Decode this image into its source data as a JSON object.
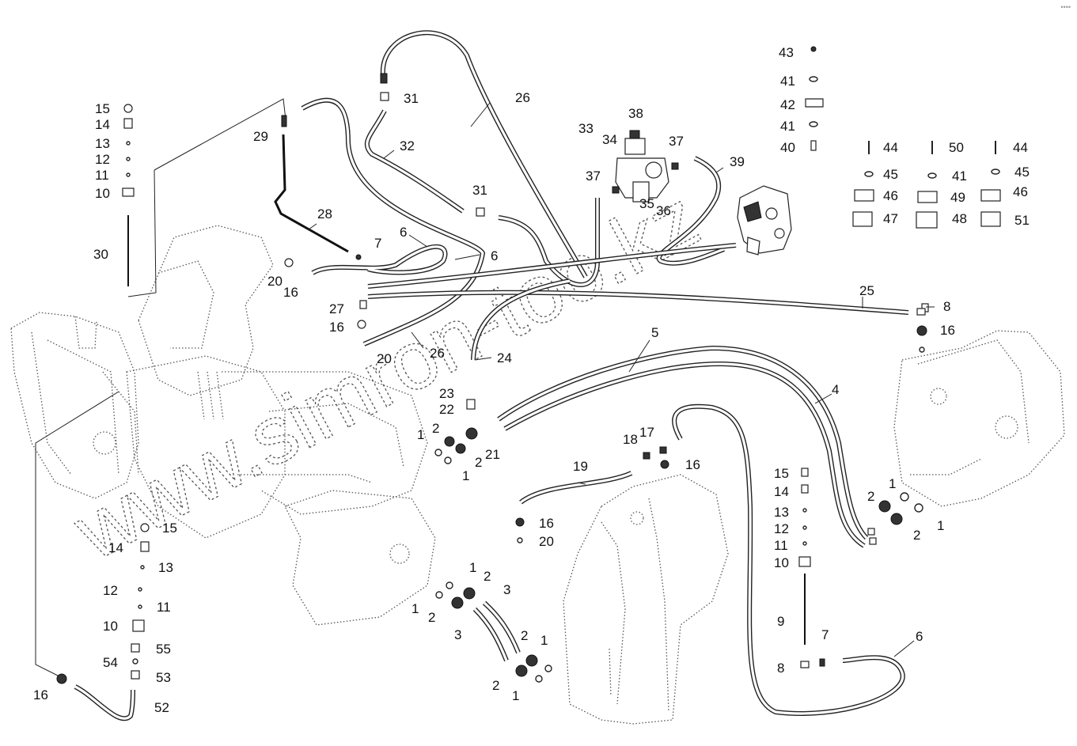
{
  "corner_mark": "••••",
  "watermark": "www.simron-too.kz",
  "labels": [
    "1",
    "2",
    "3",
    "4",
    "5",
    "6",
    "7",
    "8",
    "9",
    "10",
    "11",
    "12",
    "13",
    "14",
    "15",
    "16",
    "17",
    "18",
    "19",
    "20",
    "21",
    "22",
    "23",
    "24",
    "25",
    "26",
    "27",
    "28",
    "29",
    "30",
    "31",
    "32",
    "33",
    "34",
    "35",
    "36",
    "37",
    "38",
    "39",
    "40",
    "41",
    "42",
    "43",
    "44",
    "45",
    "46",
    "47",
    "48",
    "49",
    "50",
    "51",
    "52",
    "53",
    "54",
    "55"
  ]
}
